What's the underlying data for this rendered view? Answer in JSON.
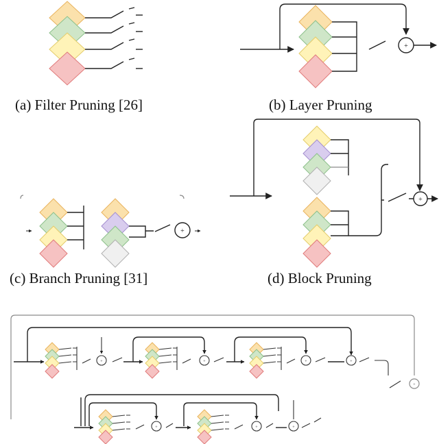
{
  "captions": {
    "filter": "(a) Filter Pruning [26]",
    "layer": "(b) Layer Pruning",
    "branch": "(c) Branch Pruning [31]",
    "block": "(d) Block Pruning"
  },
  "colors": {
    "orange": "#fbe1ac",
    "orange_edge": "#e9b35c",
    "green": "#cfe6c8",
    "green_edge": "#8cc08a",
    "yellow": "#fff3b8",
    "yellow_edge": "#e4cc6a",
    "red": "#f6c2c2",
    "red_edge": "#e07a7a",
    "purple": "#d9cdee",
    "purple_edge": "#a48fcf",
    "gray": "#f0f0f0",
    "gray_edge": "#b0b0b0",
    "line": "#222222"
  },
  "icons": {
    "sum_node": "circled-plus-icon",
    "switch": "open-switch-icon",
    "layer_cell": "diamond-icon"
  }
}
